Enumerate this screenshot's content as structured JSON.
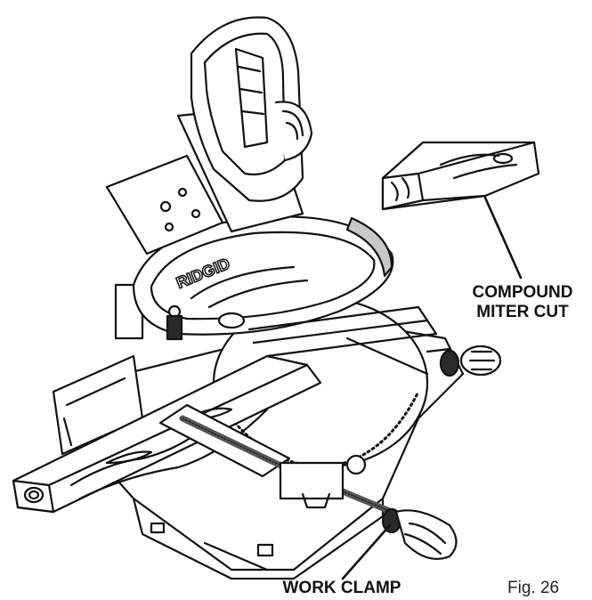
{
  "labels": {
    "compound_line1": "COMPOUND",
    "compound_line2": "MITER CUT",
    "work_clamp": "WORK CLAMP",
    "figure": "Fig. 26"
  },
  "brand_text": "RIDGID",
  "colors": {
    "ink": "#111111",
    "paper": "#ffffff",
    "shade": "#c8c8c8",
    "dark": "#2a2a2a"
  }
}
